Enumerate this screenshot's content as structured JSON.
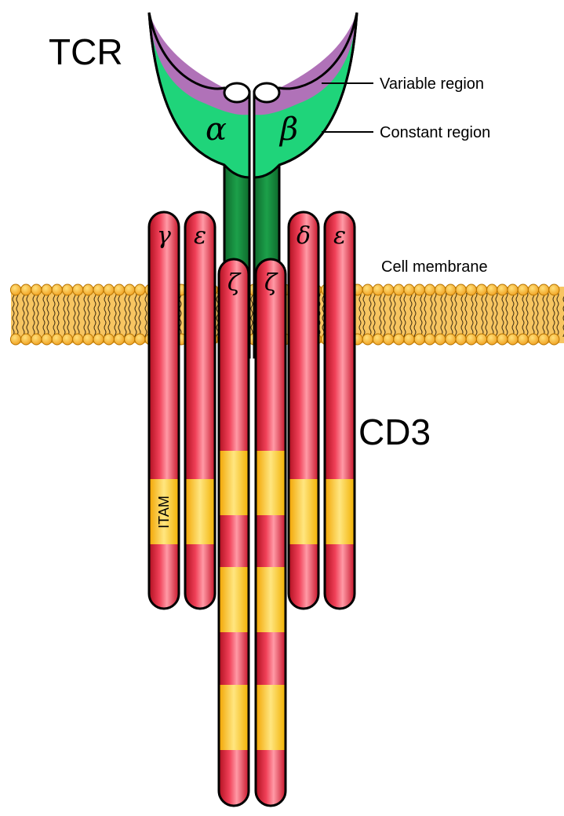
{
  "labels": {
    "tcr": "TCR",
    "cd3": "CD3",
    "variable_region": "Variable region",
    "constant_region": "Constant region",
    "cell_membrane": "Cell membrane",
    "itam": "ITAM"
  },
  "chains": {
    "alpha": "α",
    "beta": "β",
    "gamma": "γ",
    "epsilon_left": "ε",
    "zeta_left": "ζ",
    "zeta_right": "ζ",
    "delta": "δ",
    "epsilon_right": "ε"
  },
  "colors": {
    "variable_region": "#b072b8",
    "constant_region": "#1fd47a",
    "stalk": "#138a3c",
    "chain": "#e8243c",
    "itam": "#ffc81e",
    "membrane": "#f5b433"
  }
}
